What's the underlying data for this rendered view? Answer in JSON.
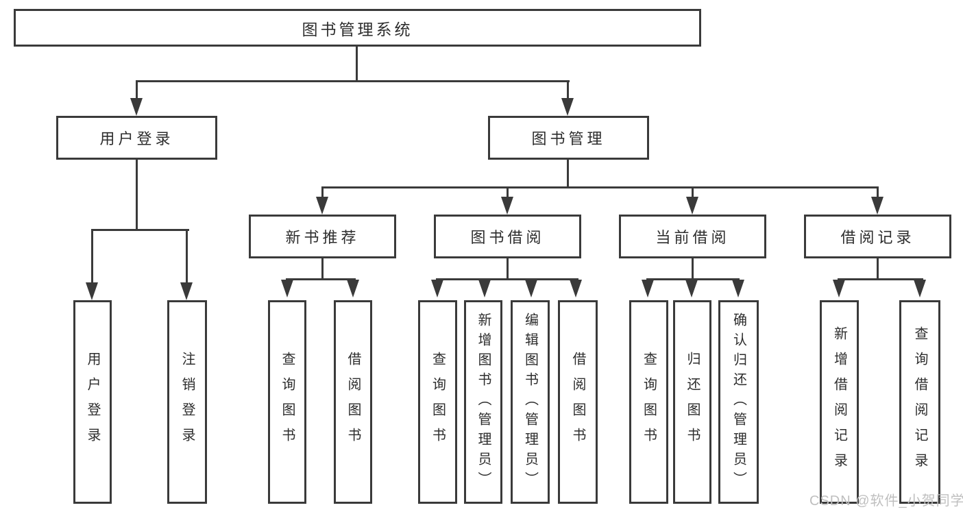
{
  "diagram": {
    "title": "图书管理系统",
    "nodes": {
      "root": {
        "label": "图书管理系统"
      },
      "user_login": {
        "label": "用户登录"
      },
      "book_mgmt": {
        "label": "图书管理"
      },
      "new_book_rec": {
        "label": "新书推荐"
      },
      "book_borrow": {
        "label": "图书借阅"
      },
      "current_borrow": {
        "label": "当前借阅"
      },
      "borrow_record": {
        "label": "借阅记录"
      },
      "ul_login": {
        "label": "用户登录"
      },
      "ul_logout": {
        "label": "注销登录"
      },
      "nb_query_book": {
        "label": "查询图书"
      },
      "nb_borrow_book": {
        "label": "借阅图书"
      },
      "bb_query_book": {
        "label": "查询图书"
      },
      "bb_add_book": {
        "label": "新增图书（管理员）"
      },
      "bb_edit_book": {
        "label": "编辑图书（管理员）"
      },
      "bb_borrow_book": {
        "label": "借阅图书"
      },
      "cb_query_book": {
        "label": "查询图书"
      },
      "cb_return_book": {
        "label": "归还图书"
      },
      "cb_confirm_return": {
        "label": "确认归还（管理员）"
      },
      "br_add_record": {
        "label": "新增借阅记录"
      },
      "br_query_record": {
        "label": "查询借阅记录"
      }
    }
  },
  "watermark": {
    "text": "CSDN @软件_小贺同学"
  },
  "colors": {
    "line": "#3a3a3a",
    "text": "#2d2d2d",
    "background": "#ffffff",
    "watermark": "#bfbfbf"
  }
}
